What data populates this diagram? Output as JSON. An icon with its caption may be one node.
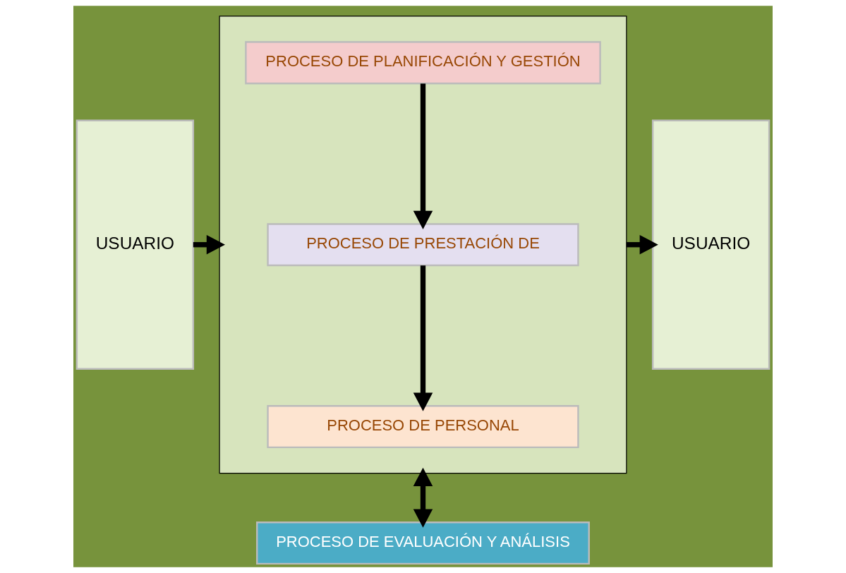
{
  "diagram": {
    "nodes": [
      {
        "text": [
          "USUARIO"
        ]
      },
      {
        "text": [],
        "shape": "box"
      },
      {
        "text": [
          "PROCESO DE PLANIFICACIÓN Y GESTIÓN"
        ],
        "in": 1
      },
      {
        "text": [
          "PROCESO DE PRESTACIÓN DE"
        ],
        "in": 1
      },
      {
        "text": [
          "PROCESO DE PERSONAL"
        ],
        "in": 1
      },
      {
        "text": [
          "USUARIO"
        ]
      },
      {
        "text": [
          "PROCESO DE EVALUACIÓN Y ANÁLISIS"
        ]
      }
    ],
    "edges": [
      {
        "from": 0,
        "to": 1,
        "arrow": "to"
      },
      {
        "from": 2,
        "to": 3,
        "arrow": "to"
      },
      {
        "from": 3,
        "to": 4,
        "arrow": "to"
      },
      {
        "from": 1,
        "to": 5,
        "arrow": "to"
      },
      {
        "from": 1,
        "to": 6,
        "arrow": "both"
      }
    ]
  }
}
